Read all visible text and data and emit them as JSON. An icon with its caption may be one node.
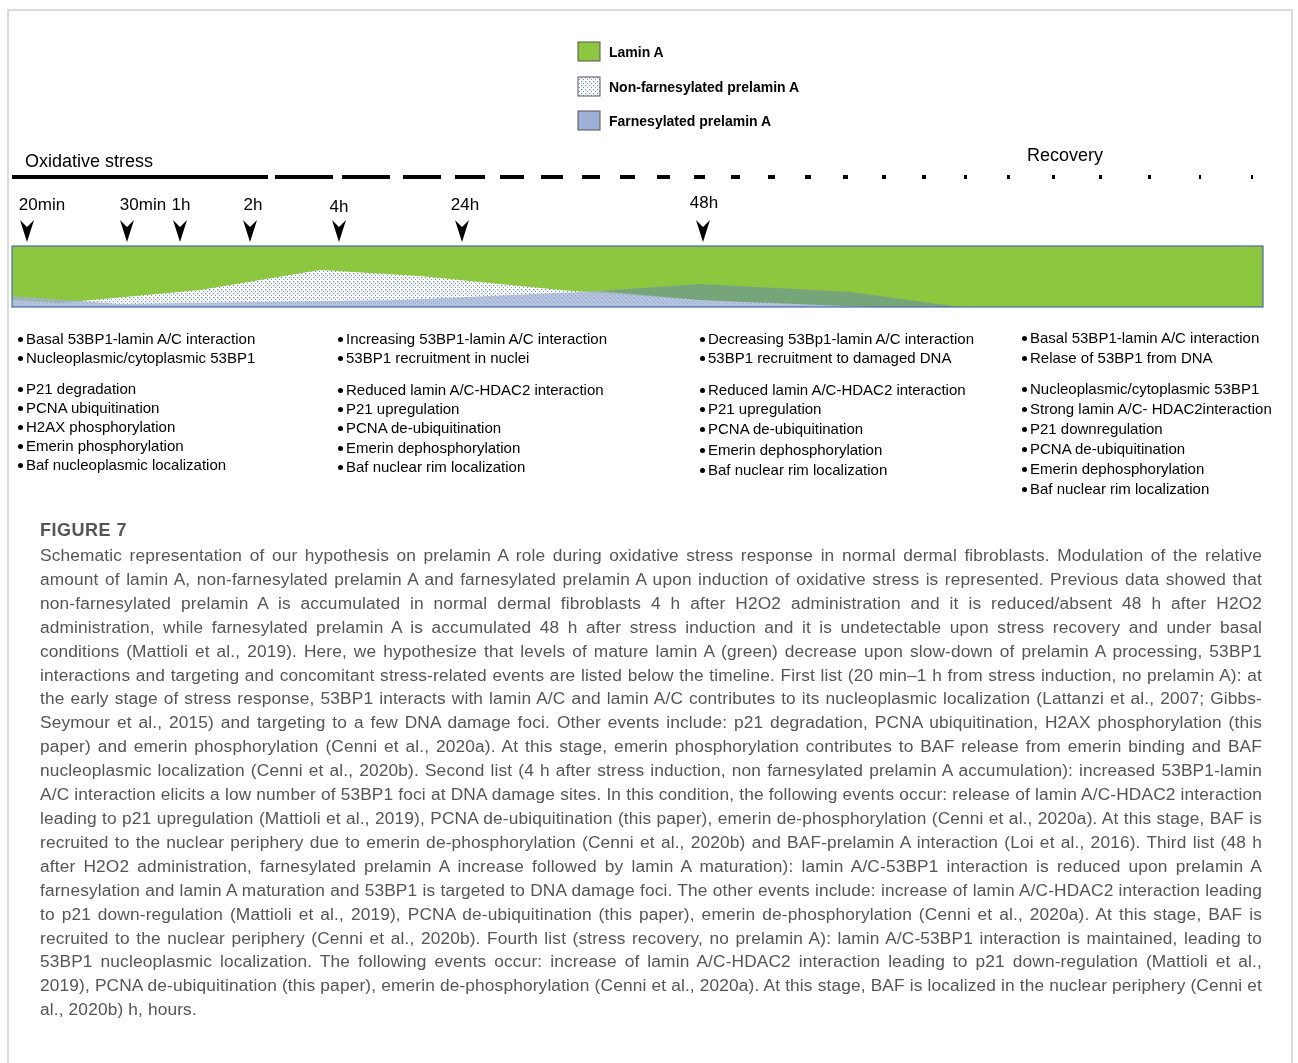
{
  "diagram": {
    "title": "FIGURE 7",
    "caption": "Schematic representation of our hypothesis on prelamin A role during oxidative stress response in normal dermal fibroblasts. Modulation of the relative amount of lamin A, non-farnesylated prelamin A and farnesylated prelamin A upon induction of oxidative stress is represented. Previous data showed that non-farnesylated prelamin A is accumulated in normal dermal fibroblasts 4 h after H2O2 administration and it is reduced/absent 48 h after H2O2 administration, while farnesylated prelamin A is accumulated 48 h after stress induction and it is undetectable upon stress recovery and under basal conditions (Mattioli et al., 2019). Here, we hypothesize that levels of mature lamin A (green) decrease upon slow-down of prelamin A processing, 53BP1 interactions and targeting and concomitant stress-related events are listed below the timeline. First list (20 min–1 h from stress induction, no prelamin A): at the early stage of stress response, 53BP1 interacts with lamin A/C and lamin A/C contributes to its nucleoplasmic localization (Lattanzi et al., 2007; Gibbs-Seymour et al., 2015) and targeting to a few DNA damage foci. Other events include: p21 degradation, PCNA ubiquitination, H2AX phosphorylation (this paper) and emerin phosphorylation (Cenni et al., 2020a). At this stage, emerin phosphorylation contributes to BAF release from emerin binding and BAF nucleoplasmic localization (Cenni et al., 2020b). Second list (4 h after stress induction, non farnesylated prelamin A accumulation): increased 53BP1-lamin A/C interaction elicits a low number of 53BP1 foci at DNA damage sites. In this condition, the following events occur: release of lamin A/C-HDAC2 interaction leading to p21 upregulation (Mattioli et al., 2019), PCNA de-ubiquitination (this paper), emerin de-phosphorylation (Cenni et al., 2020a). At this stage, BAF is recruited to the nuclear periphery due to emerin de-phosphorylation (Cenni et al., 2020b) and BAF-prelamin A interaction (Loi et al., 2016). Third list (48 h after H2O2 administration, farnesylated prelamin A increase followed by lamin A maturation): lamin A/C-53BP1 interaction is reduced upon prelamin A farnesylation and lamin A maturation and 53BP1 is targeted to DNA damage foci. The other events include: increase of lamin A/C-HDAC2 interaction leading to p21 down-regulation (Mattioli et al., 2019), PCNA de-ubiquitination (this paper), emerin de-phosphorylation (Cenni et al., 2020a). At this stage, BAF is recruited to the nuclear periphery (Cenni et al., 2020b). Fourth list (stress recovery, no prelamin A): lamin A/C-53BP1 interaction is maintained, leading to 53BP1 nucleoplasmic localization. The following events occur: increase of lamin A/C-HDAC2 interaction leading to p21 down-regulation (Mattioli et al., 2019), PCNA de-ubiquitination (this paper), emerin de-phosphorylation (Cenni et al., 2020a). At this stage, BAF is localized in the nuclear periphery (Cenni et al., 2020b) h, hours.",
    "labels": [
      "Oxidative stress",
      "Recovery",
      "20min",
      "30min",
      "1h",
      "2h",
      "4h",
      "24h",
      "48h",
      "Basal 53BP1-lamin A/C interaction",
      "Nucleoplasmic/cytoplasmic 53BP1",
      "P21 degradation",
      "PCNA ubiquitination",
      "H2AX phosphorylation",
      "Emerin phosphorylation",
      "Baf nucleoplasmic localization",
      "Increasing 53BP1-lamin A/C interaction",
      "53BP1 recruitment in nuclei",
      "Reduced lamin A/C-HDAC2 interaction",
      "P21 upregulation",
      "PCNA de-ubiquitination",
      "Emerin dephosphorylation",
      "Baf nuclear rim localization",
      "Decreasing 53Bp1-lamin A/C interaction",
      "53BP1 recruitment to damaged DNA",
      "Reduced lamin A/C-HDAC2 interaction",
      "P21 upregulation",
      "PCNA de-ubiquitination",
      "Emerin dephosphorylation",
      "Baf nuclear rim localization",
      "Basal 53BP1-lamin A/C interaction",
      "Relase of 53BP1 from DNA",
      "Nucleoplasmic/cytoplasmic 53BP1",
      "Strong lamin A/C- HDAC2interaction",
      "P21 downregulation",
      "PCNA de-ubiquitination",
      "Emerin dephosphorylation",
      "Baf nuclear rim localization"
    ],
    "legend": [
      {
        "text": "Lamin A",
        "color": "#8dc63f"
      },
      {
        "text": "Non-farnesylated prelamin A"
      },
      {
        "text": "Farnesylated prelamin A",
        "color": "#9fb0d6"
      }
    ]
  }
}
